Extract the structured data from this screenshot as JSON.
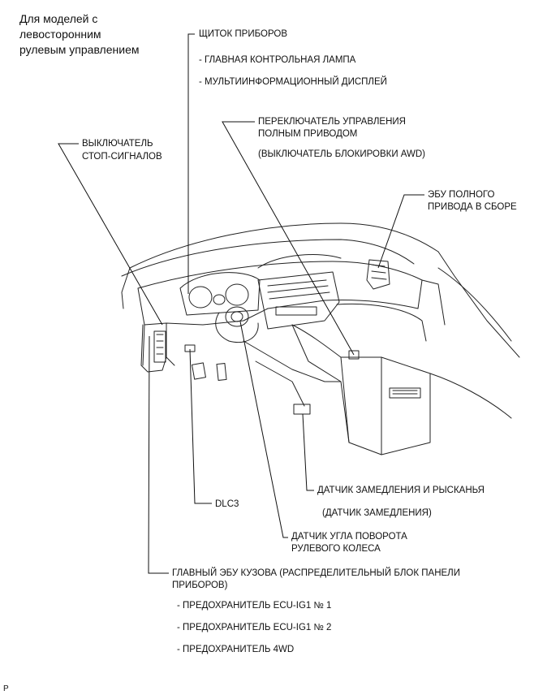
{
  "header": {
    "lines": [
      "Для моделей с",
      "левосторонним",
      "рулевым управлением"
    ]
  },
  "callouts": {
    "instrument_panel": {
      "title": "ЩИТОК ПРИБОРОВ",
      "sub": [
        "- ГЛАВНАЯ КОНТРОЛЬНАЯ ЛАМПА",
        "- МУЛЬТИИНФОРМАЦИОННЫЙ ДИСПЛЕЙ"
      ]
    },
    "awd_switch": {
      "title": [
        "ПЕРЕКЛЮЧАТЕЛЬ УПРАВЛЕНИЯ",
        "ПОЛНЫМ ПРИВОДОМ"
      ],
      "sub": "(ВЫКЛЮЧАТЕЛЬ БЛОКИРОВКИ AWD)"
    },
    "stop_lamp_switch": {
      "title": [
        "ВЫКЛЮЧАТЕЛЬ",
        "СТОП-СИГНАЛОВ"
      ]
    },
    "awd_ecu": {
      "title": [
        "ЭБУ ПОЛНОГО",
        "ПРИВОДА В СБОРЕ"
      ]
    },
    "yaw_sensor": {
      "title": "ДАТЧИК ЗАМЕДЛЕНИЯ И РЫСКАНЬЯ",
      "sub": "(ДАТЧИК ЗАМЕДЛЕНИЯ)"
    },
    "dlc3": {
      "title": "DLC3"
    },
    "steering_sensor": {
      "title": [
        "ДАТЧИК УГЛА ПОВОРОТА",
        "РУЛЕВОГО КОЛЕСА"
      ]
    },
    "main_body_ecu": {
      "title": [
        "ГЛАВНЫЙ ЭБУ КУЗОВА (РАСПРЕДЕЛИТЕЛЬНЫЙ БЛОК ПАНЕЛИ",
        "ПРИБОРОВ)"
      ],
      "sub": [
        "- ПРЕДОХРАНИТЕЛЬ ECU-IG1 № 1",
        "- ПРЕДОХРАНИТЕЛЬ ECU-IG1 № 2",
        "- ПРЕДОХРАНИТЕЛЬ 4WD"
      ]
    }
  },
  "footer_mark": "P"
}
